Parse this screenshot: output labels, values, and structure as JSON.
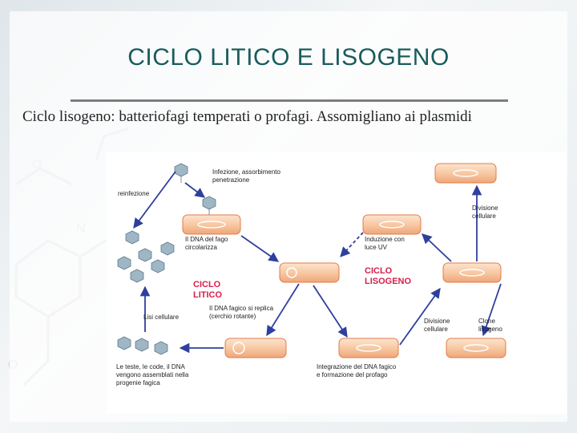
{
  "slide": {
    "title": "CICLO LITICO E LISOGENO",
    "subtitle": "Ciclo lisogeno: batteriofagi temperati o profagi. Assomigliano ai plasmidi"
  },
  "diagram": {
    "labels": {
      "infezione_1": "Infezione, assorbimento",
      "infezione_2": "penetrazione",
      "reinfezione": "reinfezione",
      "dna_circ_1": "Il DNA del fago",
      "dna_circ_2": "circolarizza",
      "ciclo_litico_1": "CICLO",
      "ciclo_litico_2": "LITICO",
      "replica_1": "Il DNA fagico si replica",
      "replica_2": "(cerchio rotante)",
      "lisi": "Lisi cellulare",
      "assemblaggio_1": "Le teste, le code, il DNA",
      "assemblaggio_2": "vengono assemblati nella",
      "assemblaggio_3": "progenie fagica",
      "induzione_1": "Induzione con",
      "induzione_2": "luce UV",
      "ciclo_lisogeno_1": "CICLO",
      "ciclo_lisogeno_2": "LISOGENO",
      "divisione_top_1": "Divisione",
      "divisione_top_2": "cellulare",
      "divisione_bot_1": "Divisione",
      "divisione_bot_2": "cellulare",
      "clone_1": "Clone",
      "clone_2": "lisogeno",
      "integrazione_1": "Integrazione del DNA fagico",
      "integrazione_2": "e formazione del profago"
    },
    "colors": {
      "title": "#1a5c5c",
      "arrow": "#2f3f9e",
      "cell_fill": "#f7c9a3",
      "cell_edge": "#e07c4a",
      "cycle_label": "#d6204a",
      "phage": "#9fb6c4"
    }
  }
}
